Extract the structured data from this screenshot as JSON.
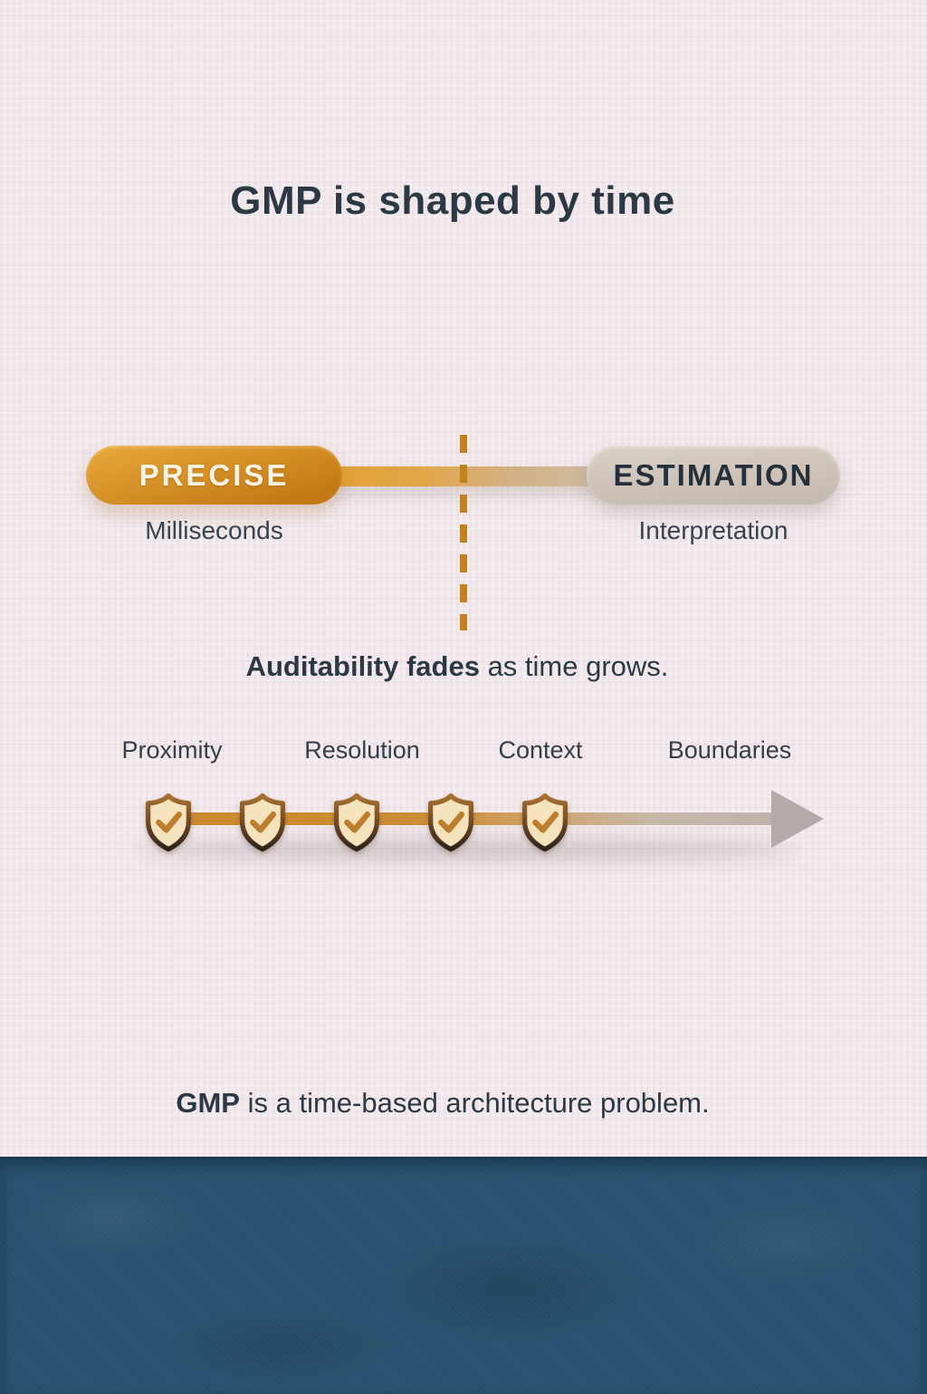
{
  "poster": {
    "title": "GMP is shaped by time",
    "spectrum": {
      "left_pill": {
        "label": "PRECISE",
        "sublabel": "Milliseconds"
      },
      "right_pill": {
        "label": "ESTIMATION",
        "sublabel": "Interpretation"
      }
    },
    "divider": {
      "style": "dashed-vertical-line"
    },
    "statement": {
      "highlight": "Auditability fades",
      "rest": " as time grows."
    },
    "factors": [
      {
        "label": "Proximity"
      },
      {
        "label": "Resolution"
      },
      {
        "label": "Context"
      },
      {
        "label": "Boundaries"
      }
    ],
    "timeline": {
      "checkpoint_count": 5,
      "icon": "shield-check-icon",
      "direction": "right-arrow"
    },
    "conclusion": {
      "highlight": "GMP",
      "rest": " is a time-based architecture problem."
    },
    "colors": {
      "background": "#f2eaed",
      "text_dark": "#2c3945",
      "pill_orange_light": "#e8a93c",
      "pill_orange_dark": "#c47a14",
      "pill_greige_light": "#d9d0c7",
      "pill_greige_dark": "#c5bab0",
      "dash_line": "#c2821f",
      "shield_fill": "#f4e3bc",
      "shield_check": "#bf7c2b",
      "arrow_gray": "#b2abaa",
      "footer_teal": "#2b5472"
    }
  }
}
